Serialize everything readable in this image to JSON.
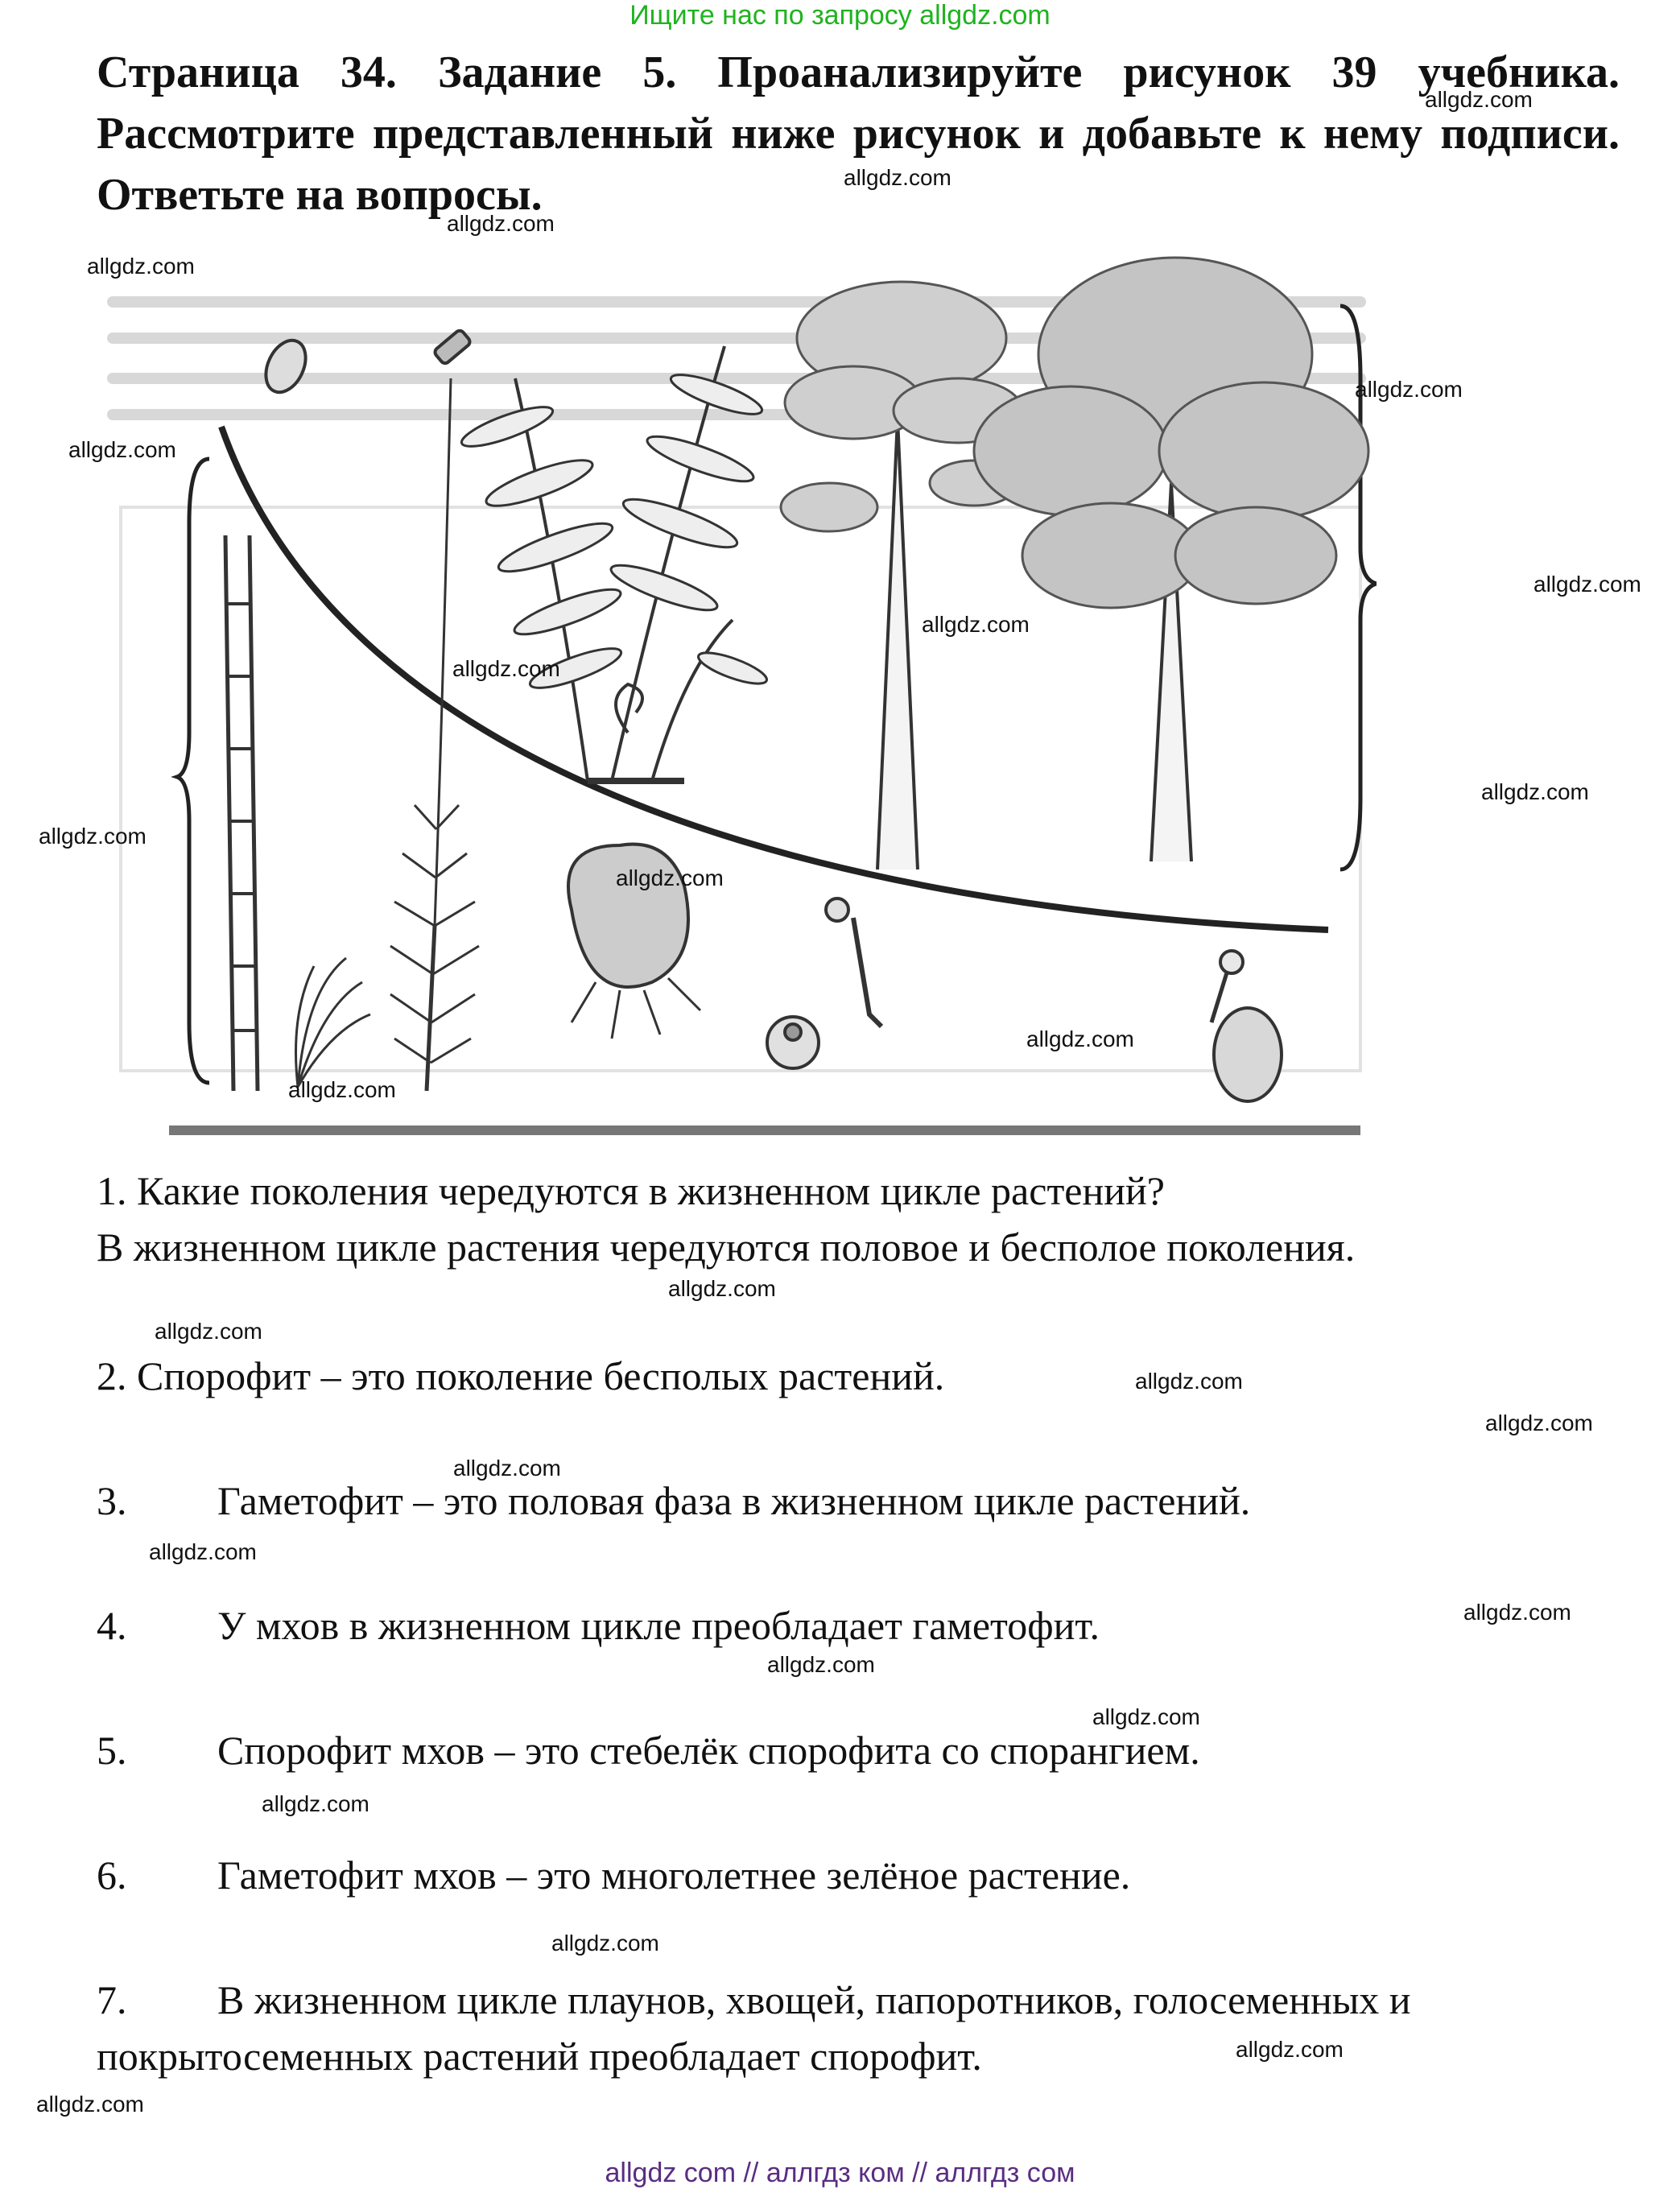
{
  "banner": "Ищите нас по запросу allgdz.com",
  "title": "Страница 34. Задание 5. Проанализируйте рисунок 39 учебника. Рассмотрите представленный ниже рисунок и добавьте к нему подписи. Ответьте на вопросы.",
  "answers": {
    "q1": "1. Какие поколения чередуются в жизненном цикле растений?",
    "a1": "В жизненном цикле растения чередуются половое и бесполое поколения.",
    "a2": "2. Спорофит – это поколение бесполых растений.",
    "n3": "3.",
    "a3": "Гаметофит – это половая фаза в жизненном цикле растений.",
    "n4": "4.",
    "a4": "У мхов в жизненном цикле преобладает гаметофит.",
    "n5": "5.",
    "a5": "Спорофит мхов – это стебелёк спорофита со спорангием.",
    "n6": "6.",
    "a6": "Гаметофит мхов – это многолетнее зелёное растение.",
    "n7": "7.",
    "a7_line1": "В жизненном цикле плаунов, хвощей, папоротников, голосеменных и",
    "a7_line2": "покрытосеменных растений преобладает  спорофит."
  },
  "watermark": "allgdz.com",
  "bottom_links": "allgdz com  //  аллгдз ком  //  аллгдз сом"
}
